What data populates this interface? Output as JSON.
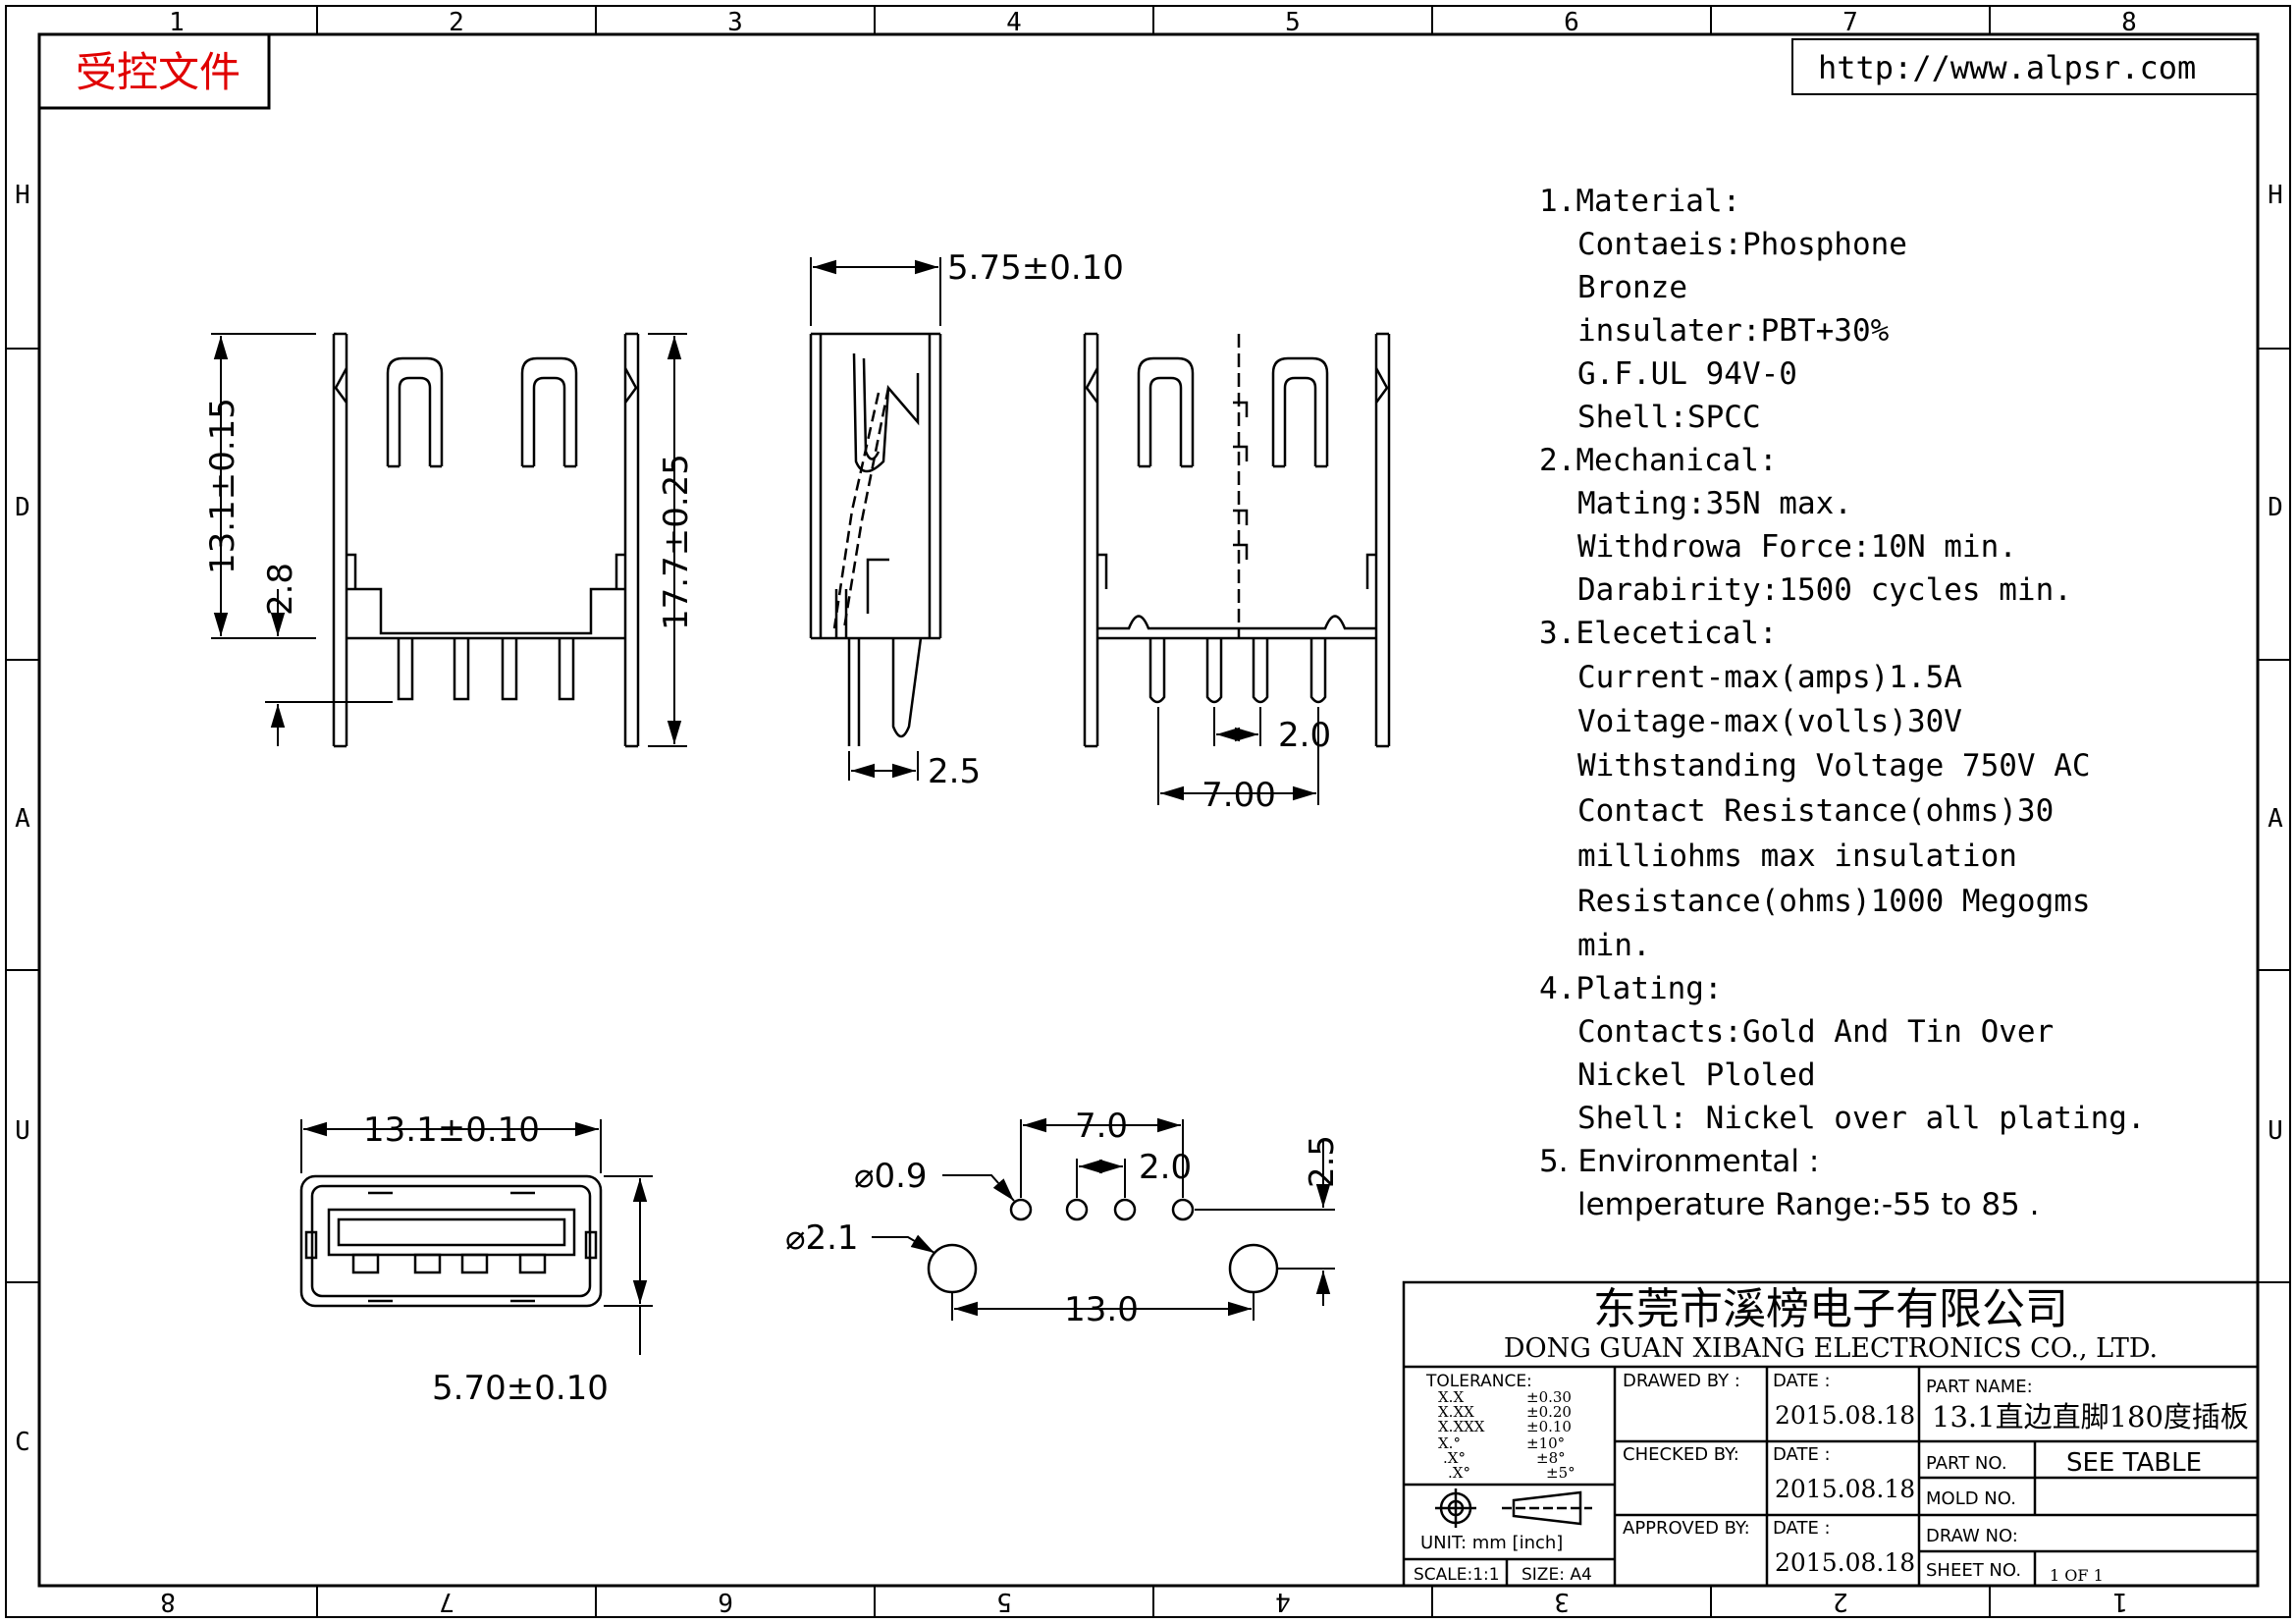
{
  "frame": {
    "columns_top": [
      "1",
      "2",
      "3",
      "4",
      "5",
      "6",
      "7",
      "8"
    ],
    "columns_bottom": [
      "8",
      "7",
      "6",
      "5",
      "4",
      "3",
      "2",
      "1"
    ],
    "rows_left": [
      "H",
      "D",
      "A",
      "U",
      "C"
    ],
    "rows_right": [
      "H",
      "D",
      "A",
      "U"
    ]
  },
  "stamp": "受控文件",
  "website": "http://www.alpsr.com",
  "dimensions": {
    "front_height": "13.1±0.15",
    "front_pin": "2.8",
    "front_total": "17.7±0.25",
    "side_width": "5.75±0.10",
    "side_pin": "2.5",
    "back_pitch": "2.0",
    "back_span": "7.00",
    "end_width": "13.1±0.10",
    "end_height": "5.70±0.10",
    "pcb_span_top": "7.0",
    "pcb_pitch": "2.0",
    "pcb_offset": "2.5",
    "pcb_small_hole": "⌀0.9",
    "pcb_big_hole": "⌀2.1",
    "pcb_big_span": "13.0"
  },
  "specs": [
    "1.Material:",
    "Contaeis:Phosphone",
    "Bronze",
    "insulater:PBT+30%",
    "G.F.UL    94V-0",
    "Shell:SPCC",
    "2.Mechanical:",
    "Mating:35N max.",
    "Withdrowa Force:10N min.",
    "Darabirity:1500 cycles min.",
    "3.Elecetical:",
    "Current-max(amps)1.5A",
    "Voitage-max(volls)30V",
    "Withstanding Voltage 750V AC",
    "Contact Resistance(ohms)30",
    "milliohms max insulation",
    "Resistance(ohms)1000 Megogms",
    "min.",
    "4.Plating:",
    "Contacts:Gold And Tin Over",
    "Nickel Ploled",
    "Shell: Nickel over all plating.",
    "5. Environmental :",
    "lemperature Range:-55  to 85   ."
  ],
  "title_block": {
    "company_cn": "东莞市溪榜电子有限公司",
    "company_en": "DONG GUAN XIBANG ELECTRONICS CO., LTD.",
    "tolerance_label": "TOLERANCE:",
    "tolerance_rows": [
      {
        "k": "X.X",
        "v": "±0.30"
      },
      {
        "k": "X.XX",
        "v": "±0.20"
      },
      {
        "k": "X.XXX",
        "v": "±0.10"
      },
      {
        "k": "X.°",
        "v": "±10°"
      },
      {
        "k": ".X°",
        "v": "±8°"
      },
      {
        "k": ".X°",
        "v": "±5°"
      }
    ],
    "unit": "UNIT:  mm  [inch]",
    "scale": "SCALE:1:1",
    "size": "SIZE: A4",
    "drawed_by": "DRAWED BY :",
    "checked_by": "CHECKED BY:",
    "approved_by": "APPROVED BY:",
    "date_label": "DATE :",
    "date1": "2015.08.18",
    "date2": "2015.08.18",
    "date3": "2015.08.18",
    "part_name_label": "PART NAME:",
    "part_name": "13.1直边直脚180度插板",
    "part_no_label": "PART NO.",
    "part_no": "SEE TABLE",
    "mold_no_label": "MOLD NO.",
    "draw_no_label": "DRAW NO:",
    "sheet_no_label": "SHEET NO.",
    "sheet_no": "1 OF 1"
  }
}
